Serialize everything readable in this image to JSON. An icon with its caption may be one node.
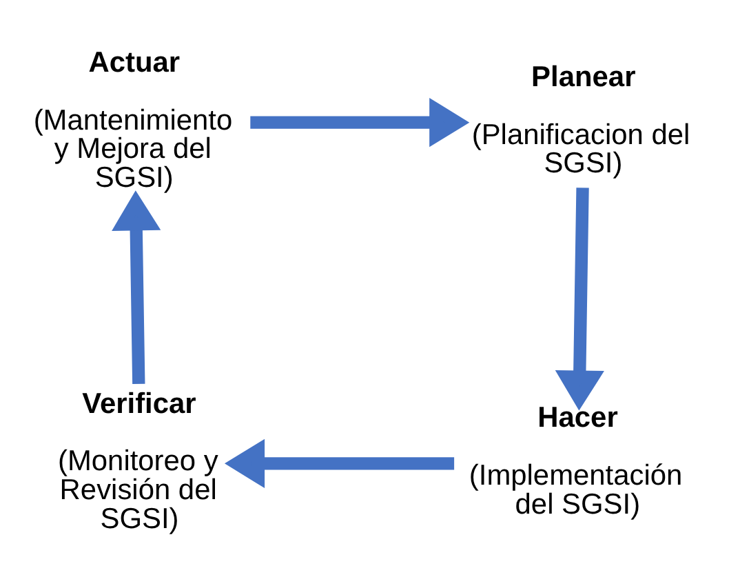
{
  "diagram": {
    "nodes": [
      {
        "text": [
          "Actuar",
          "(Mantenimiento y Mejora del SGSI)"
        ]
      },
      {
        "text": [
          "Planear",
          "(Planificacion del SGSI)"
        ]
      },
      {
        "text": [
          "Hacer",
          "(Implementación del SGSI)"
        ]
      },
      {
        "text": [
          "Verificar",
          "(Monitoreo y Revisión del SGSI)"
        ]
      }
    ],
    "edges": [
      {
        "from": 0,
        "to": 1,
        "arrow": "to"
      },
      {
        "from": 1,
        "to": 2,
        "arrow": "to"
      },
      {
        "from": 2,
        "to": 3,
        "arrow": "to"
      },
      {
        "from": 3,
        "to": 0,
        "arrow": "to"
      }
    ]
  }
}
